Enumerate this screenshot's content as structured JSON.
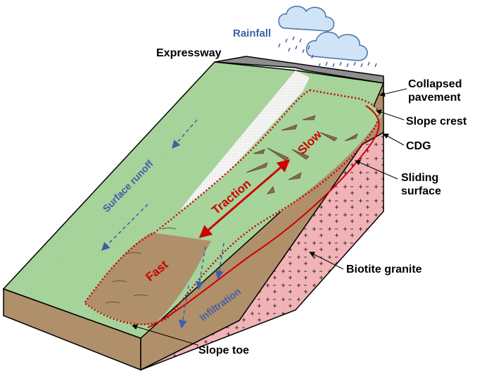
{
  "labels": {
    "rainfall": "Rainfall",
    "expressway": "Expressway",
    "collapsed_pavement_line1": "Collapsed",
    "collapsed_pavement_line2": "pavement",
    "slope_crest": "Slope crest",
    "cdg": "CDG",
    "sliding_surface_line1": "Sliding",
    "sliding_surface_line2": "surface",
    "biotite_granite": "Biotite granite",
    "slope_toe": "Slope toe",
    "surface_runoff": "Surface runoff",
    "traction": "Traction",
    "slow": "Slow",
    "fast": "Fast",
    "infiltration": "Infiltration"
  },
  "colors": {
    "grass": "#a7d49b",
    "soil": "#b08f6b",
    "soil_dark": "#8c6a4a",
    "granite": "#f2b3b6",
    "road": "#9a9a9a",
    "water_blue": "#3f5fa8",
    "red_accent": "#cc0000",
    "cloud_fill": "#cfe4f7",
    "cloud_stroke": "#4a6fa5"
  }
}
